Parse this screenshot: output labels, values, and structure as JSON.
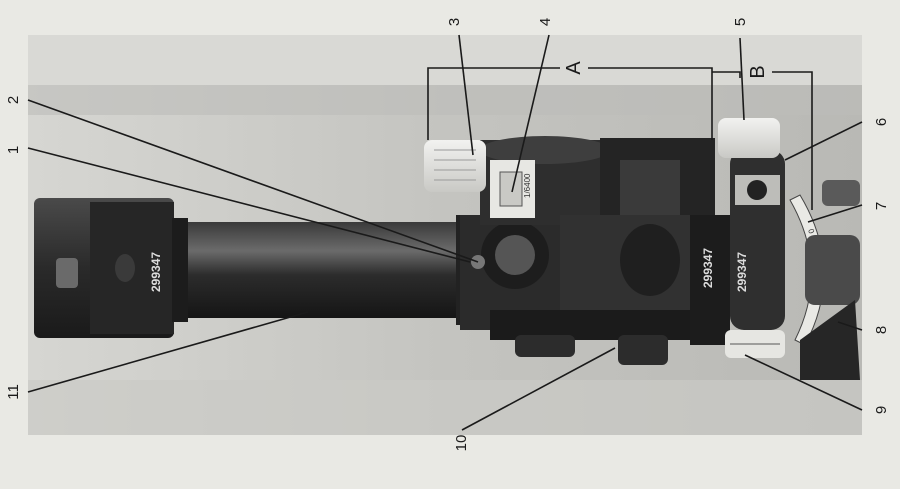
{
  "figure": {
    "serial_number": "299347",
    "scale_label": "1/6400",
    "callouts": {
      "c1": "1",
      "c2": "2",
      "c3": "3",
      "c4": "4",
      "c5": "5",
      "c6": "6",
      "c7": "7",
      "c8": "8",
      "c9": "9",
      "c10": "10",
      "c11": "11"
    },
    "groups": {
      "a": "A",
      "b": "B"
    }
  }
}
